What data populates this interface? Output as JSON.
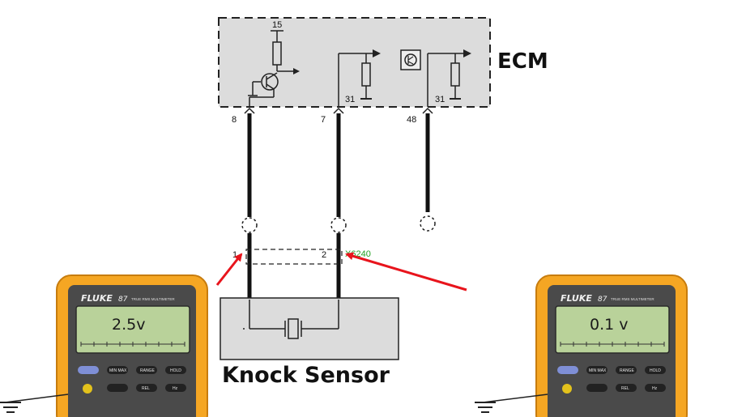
{
  "ecm": {
    "title": "ECM",
    "pin_15": "15",
    "ground_a": "31",
    "ground_b": "31"
  },
  "pins": {
    "pin_8": "8",
    "pin_7": "7",
    "pin_48": "48"
  },
  "connector": {
    "pin_1": "1",
    "pin_2": "2",
    "code": "X6240",
    "code_color": "#22a022"
  },
  "sensor": {
    "title": "Knock Sensor"
  },
  "meters": {
    "left": {
      "reading": "2.5v",
      "brand": "FLUKE",
      "model": "87",
      "subtitle": "TRUE RMS MULTIMETER",
      "buttons": [
        "MIN MAX",
        "RANGE",
        "HOLD",
        "REL",
        "Hz"
      ]
    },
    "right": {
      "reading": "0.1 v",
      "brand": "FLUKE",
      "model": "87",
      "subtitle": "TRUE RMS MULTIMETER",
      "buttons": [
        "MIN MAX",
        "RANGE",
        "HOLD",
        "REL",
        "Hz"
      ]
    }
  },
  "colors": {
    "arrow": "#e8141c",
    "meter_body": "#f5a623",
    "lcd": "#b9d29a",
    "ecm_fill": "#dcdcdc",
    "sensor_fill": "#dcdcdc"
  }
}
